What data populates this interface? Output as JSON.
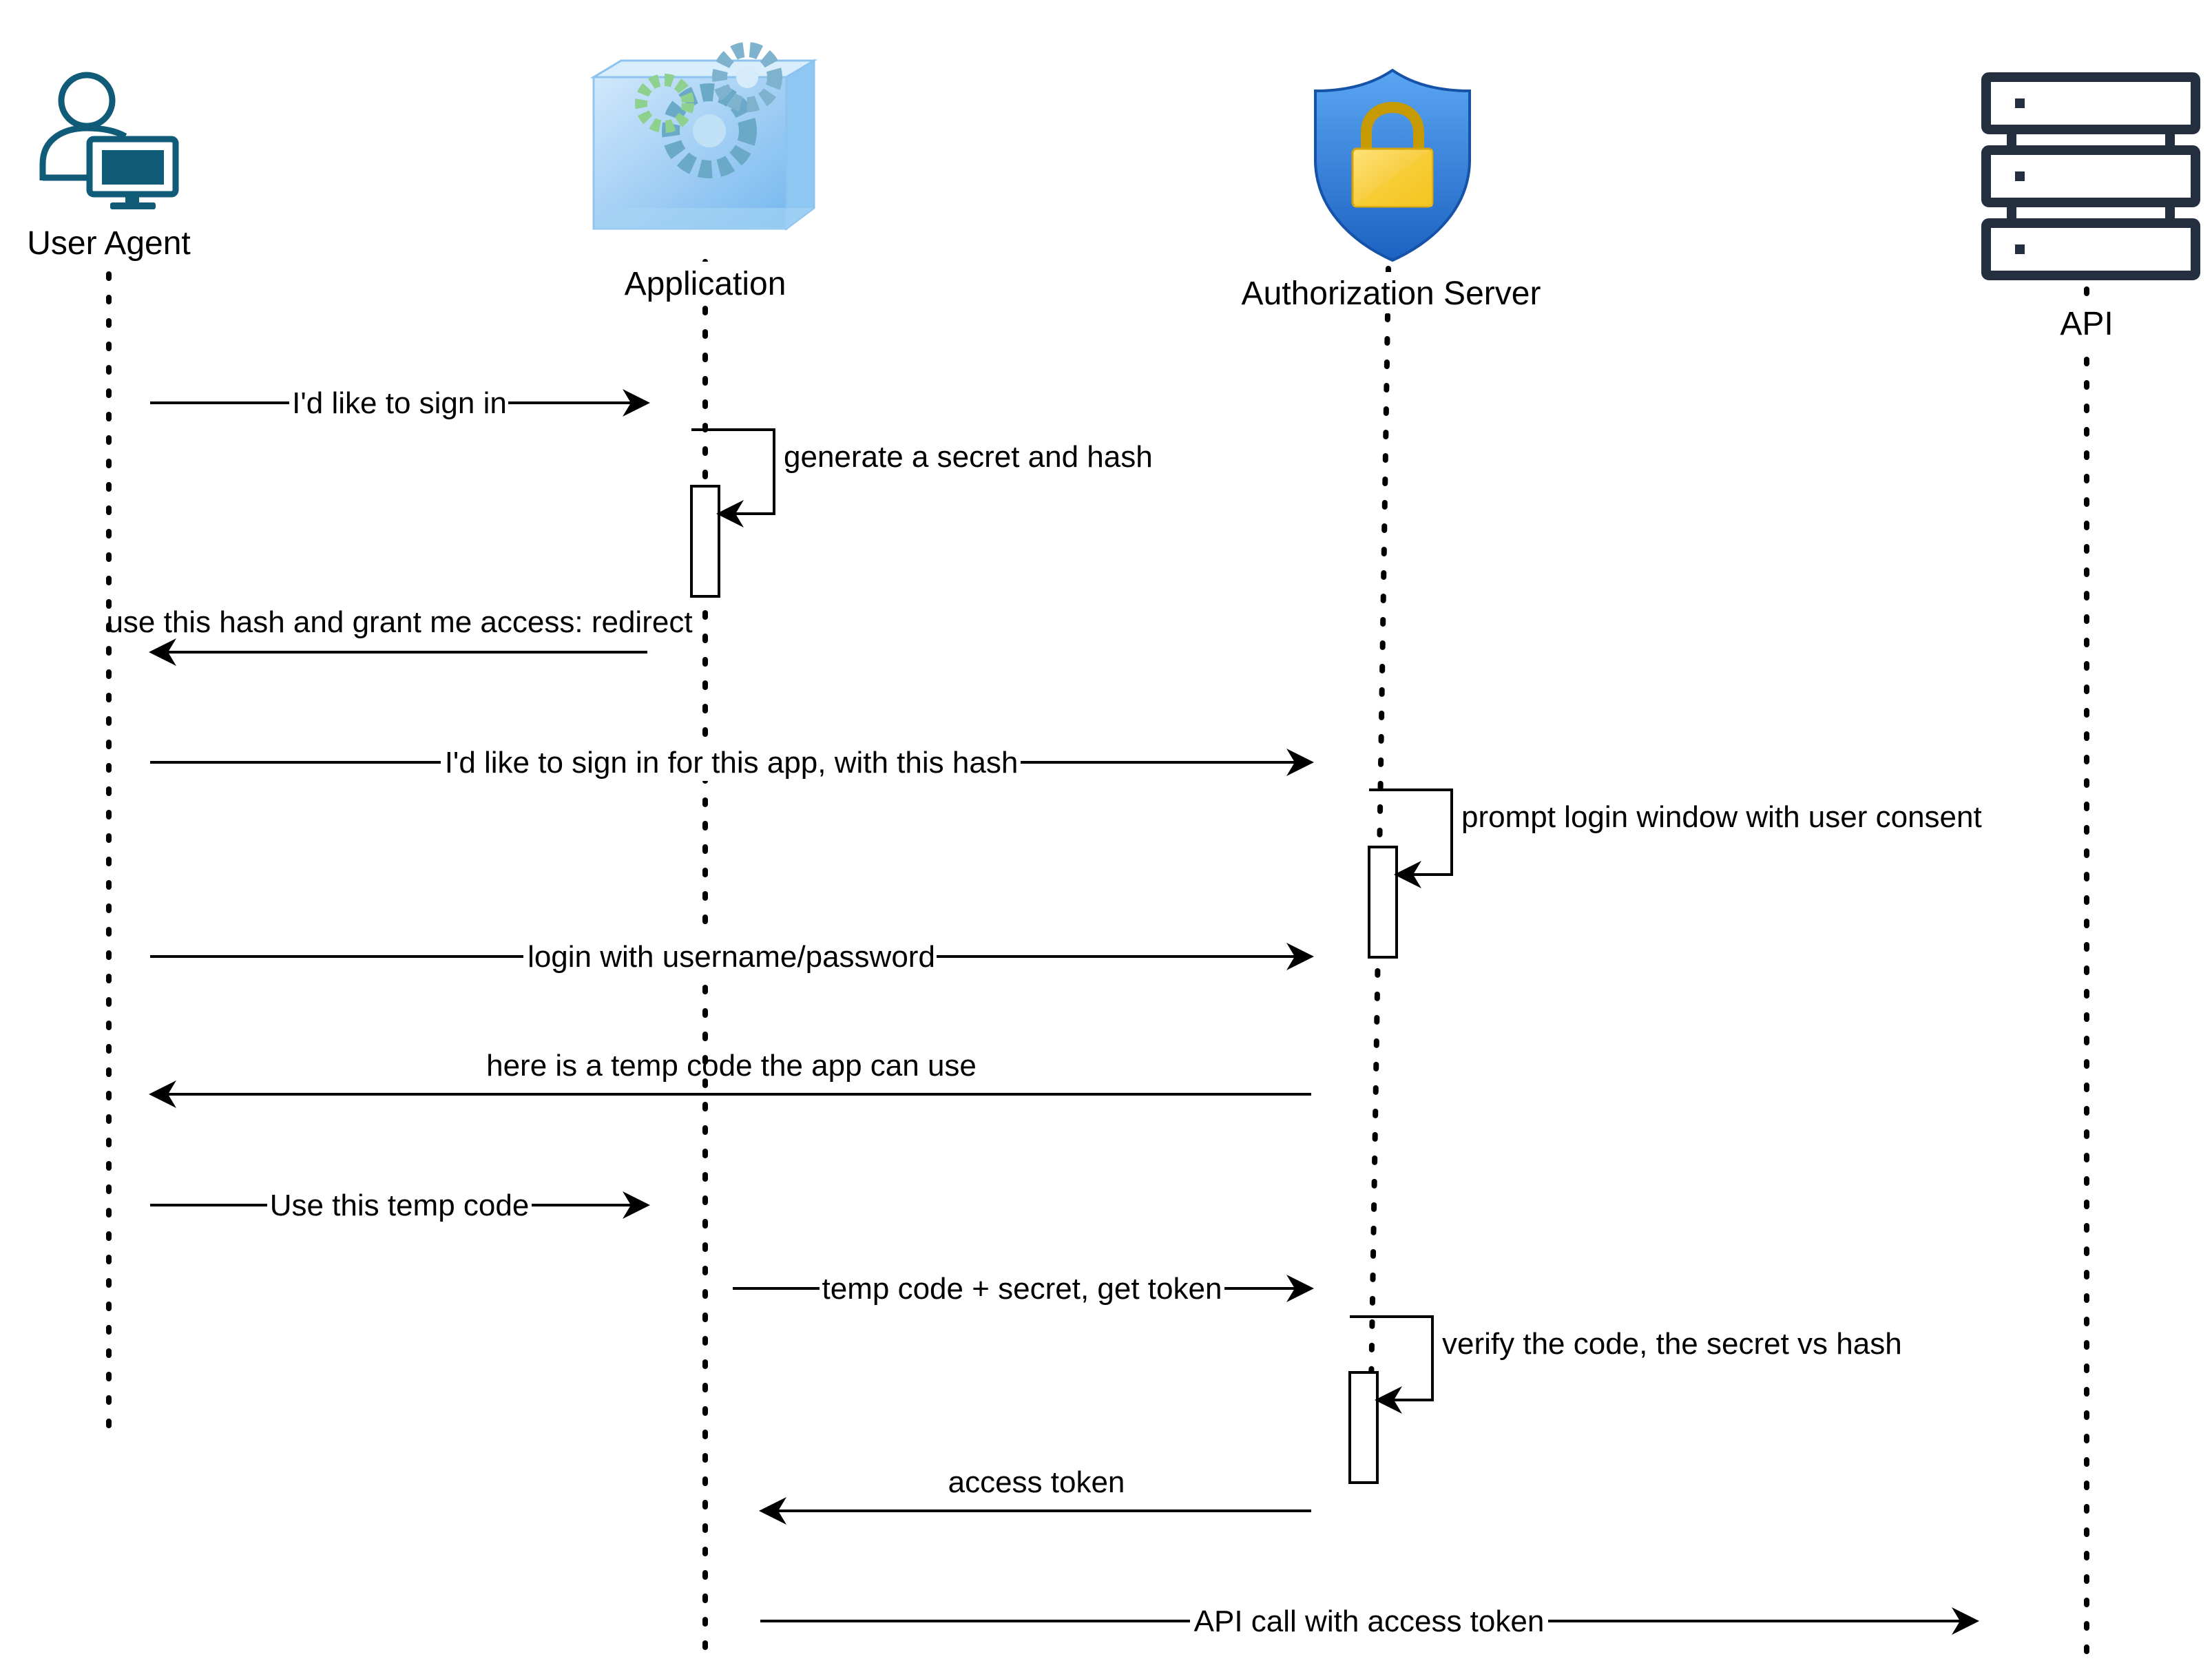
{
  "actors": [
    {
      "id": "user_agent",
      "label": "User Agent",
      "icon": "user-computer-icon"
    },
    {
      "id": "application",
      "label": "Application",
      "icon": "application-gears-icon"
    },
    {
      "id": "auth_server",
      "label": "Authorization Server",
      "icon": "security-shield-lock-icon"
    },
    {
      "id": "api",
      "label": "API",
      "icon": "server-stack-icon"
    }
  ],
  "messages": [
    {
      "label": "I'd like to sign in",
      "from": "user_agent",
      "to": "application"
    },
    {
      "label": "generate a secret and hash",
      "self": "application"
    },
    {
      "label": "use this hash and grant me access: redirect",
      "from": "application",
      "to": "user_agent"
    },
    {
      "label": "I'd like to sign in for this app, with this hash",
      "from": "user_agent",
      "to": "auth_server"
    },
    {
      "label": "prompt login window with user consent",
      "self": "auth_server"
    },
    {
      "label": "login with username/password",
      "from": "user_agent",
      "to": "auth_server"
    },
    {
      "label": "here is a temp code the app can use",
      "from": "auth_server",
      "to": "user_agent"
    },
    {
      "label": "Use this temp code",
      "from": "user_agent",
      "to": "application"
    },
    {
      "label": "temp code + secret, get token",
      "from": "application",
      "to": "auth_server"
    },
    {
      "label": "verify the code, the secret vs hash",
      "self": "auth_server"
    },
    {
      "label": "access token",
      "from": "auth_server",
      "to": "application"
    },
    {
      "label": "API call with access token",
      "from": "application",
      "to": "api"
    }
  ],
  "colors": {
    "user_icon": "#0f5b78",
    "server_icon": "#232f3e",
    "shield_blue": "#2b79d6",
    "lock_gold": "#f3c318",
    "line": "#000000"
  }
}
